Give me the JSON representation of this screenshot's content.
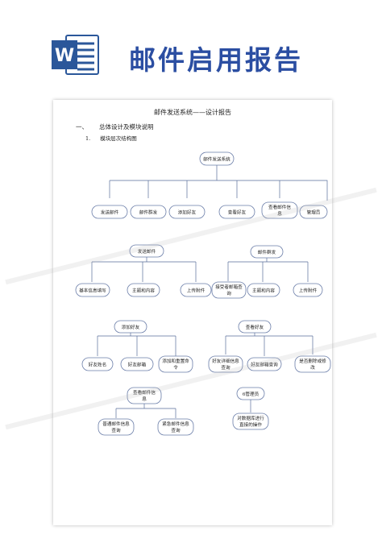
{
  "banner": {
    "title": "邮件启用报告",
    "logo_icon": "word-icon",
    "brand_color": "#2b4ea2"
  },
  "document": {
    "title": "邮件发送系统——设计报告",
    "section1": {
      "num": "一、",
      "text": "总体设计及模块说明"
    },
    "section2": {
      "num": "1.",
      "text": "模块层次结构图"
    }
  },
  "diagram": {
    "root": "邮件发送系统",
    "level1": [
      "发送邮件",
      "邮件群发",
      "添加好友",
      "查看好友",
      "查看邮件信息",
      "管理员"
    ],
    "send_mail": {
      "label": "发送邮件",
      "children": [
        "基本信息填写",
        "主题和内容",
        "上传附件"
      ]
    },
    "group_mail": {
      "label": "邮件群发",
      "children": [
        "接受者邮箱查询",
        "主题和内容",
        "上传附件"
      ]
    },
    "add_friend": {
      "label": "添加好友",
      "children": [
        "好友姓名",
        "好友邮箱",
        "添加和重置命令"
      ]
    },
    "view_friend": {
      "label": "查看好友",
      "children": [
        "好友详细信息查询",
        "好友邮箱查询",
        "是否删除或修改"
      ]
    },
    "view_mail": {
      "label": "查看邮件信息",
      "children": [
        "普通邮件信息查询",
        "紧急邮件信息查询"
      ]
    },
    "admin": {
      "label": "6管理员",
      "children": [
        "对数据库进行直接的操作"
      ]
    }
  }
}
